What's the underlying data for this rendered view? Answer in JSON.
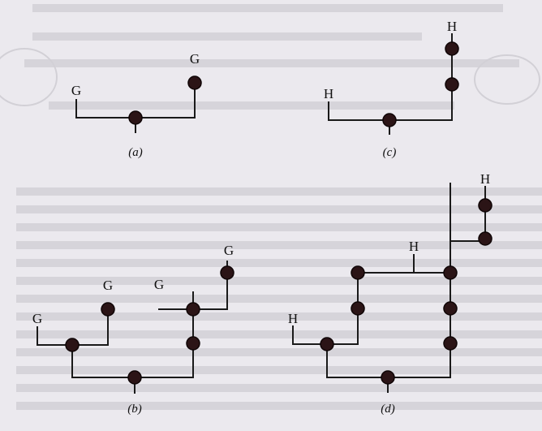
{
  "diagrams": [
    {
      "id": "a",
      "caption": "(a)",
      "leaves": [
        "G",
        "G"
      ]
    },
    {
      "id": "b",
      "caption": "(b)",
      "leaves": [
        "G",
        "G",
        "G",
        "G"
      ]
    },
    {
      "id": "c",
      "caption": "(c)",
      "leaves": [
        "H",
        "H"
      ]
    },
    {
      "id": "d",
      "caption": "(d)",
      "leaves": [
        "H",
        "H",
        "H"
      ]
    }
  ],
  "colors": {
    "background": "#ebe9ee",
    "node_fill": "#2b1416",
    "edge": "#1a1a1a"
  }
}
